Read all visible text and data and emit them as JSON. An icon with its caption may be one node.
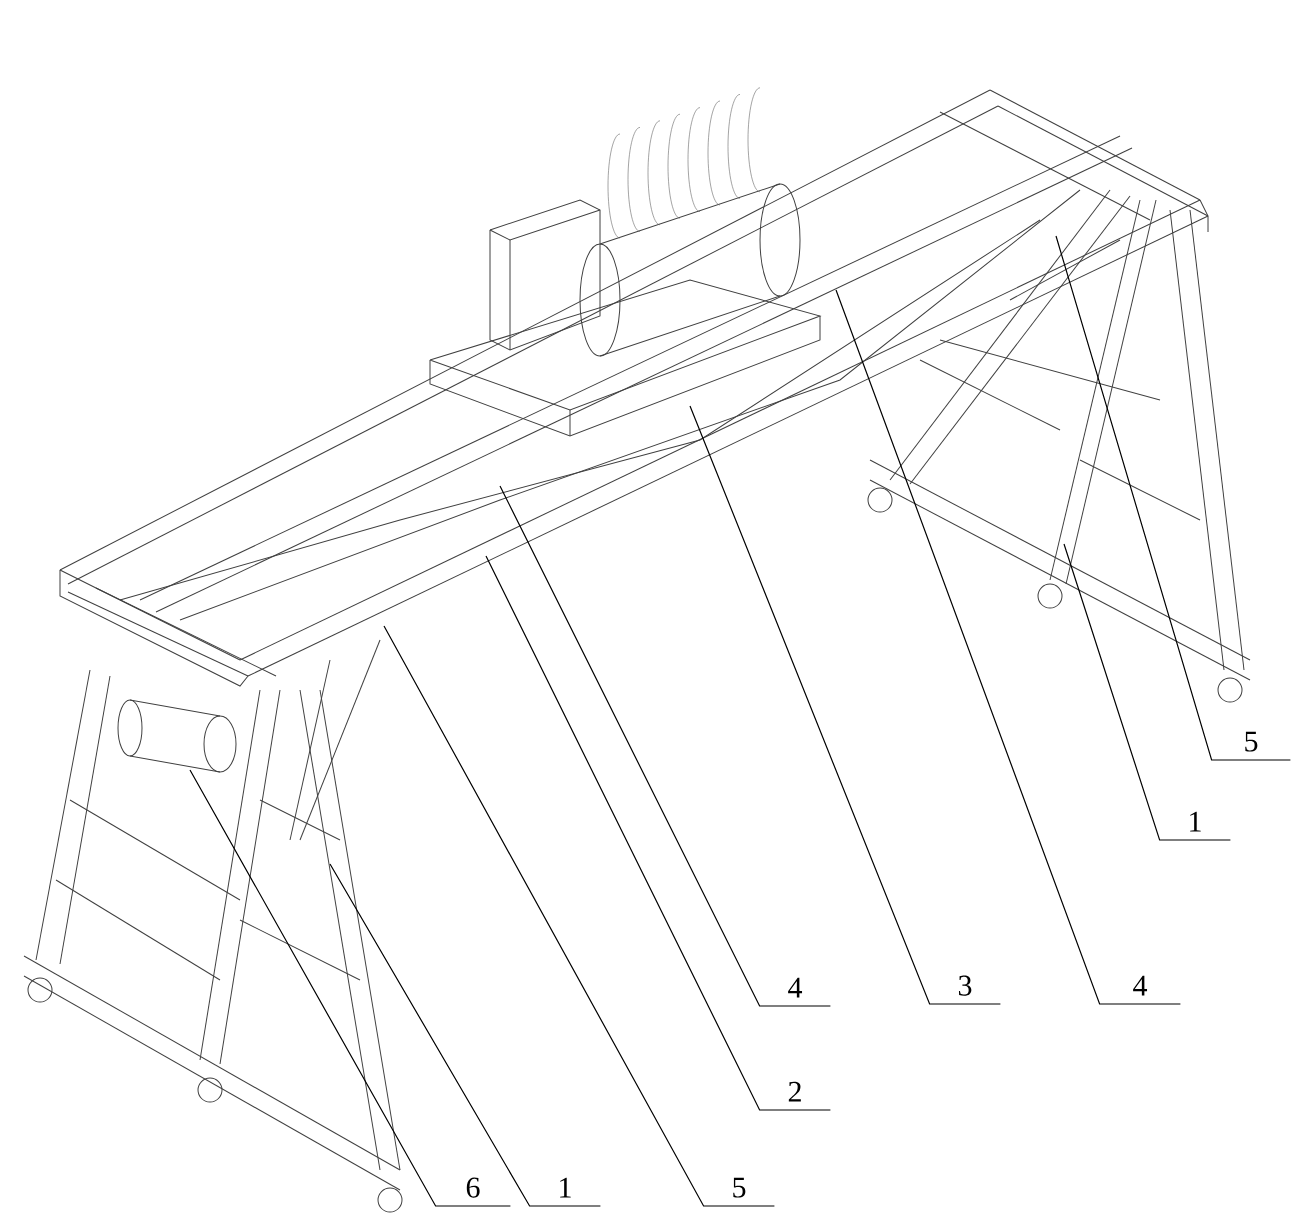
{
  "diagram": {
    "nodes": [
      {
        "text": [
          "5"
        ]
      },
      {
        "text": [
          "1"
        ]
      },
      {
        "text": [
          "4"
        ]
      },
      {
        "text": [
          "3"
        ]
      },
      {
        "text": [
          "4"
        ]
      },
      {
        "text": [
          "2"
        ]
      },
      {
        "text": [
          "6"
        ]
      },
      {
        "text": [
          "1"
        ]
      },
      {
        "text": [
          "5"
        ]
      }
    ],
    "edges": [
      {
        "from": 0,
        "to": null,
        "arrow": "none"
      },
      {
        "from": 1,
        "to": null,
        "arrow": "none"
      },
      {
        "from": 2,
        "to": null,
        "arrow": "none"
      },
      {
        "from": 3,
        "to": null,
        "arrow": "none"
      },
      {
        "from": 4,
        "to": null,
        "arrow": "none"
      },
      {
        "from": 5,
        "to": null,
        "arrow": "none"
      },
      {
        "from": 6,
        "to": null,
        "arrow": "none"
      },
      {
        "from": 7,
        "to": null,
        "arrow": "none"
      },
      {
        "from": 8,
        "to": null,
        "arrow": "none"
      }
    ]
  }
}
